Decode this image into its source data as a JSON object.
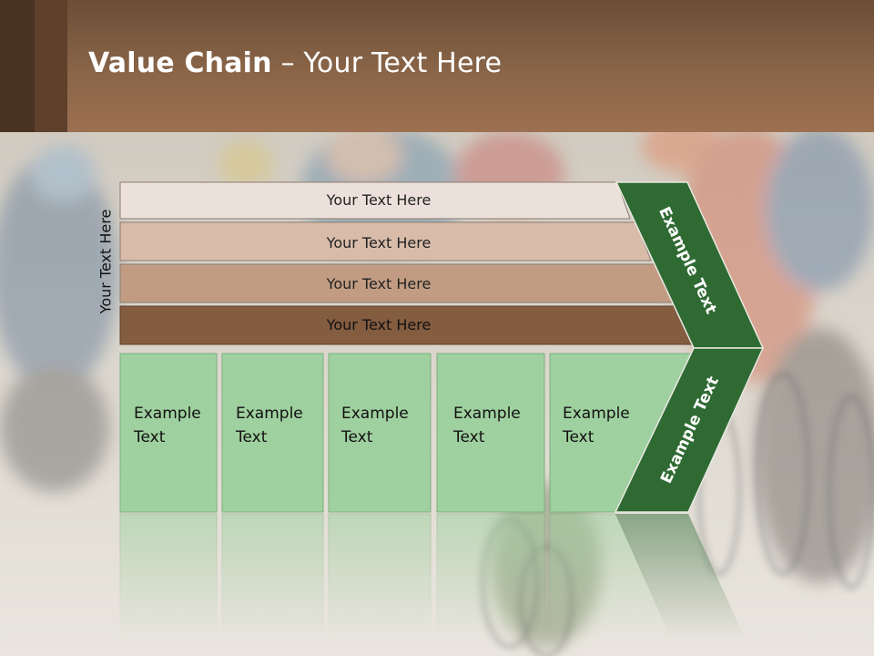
{
  "slide": {
    "title_bold": "Value Chain",
    "title_rest": " – Your Text Here",
    "vertical_label": "Your Text Here"
  },
  "rows": [
    {
      "label": "Your Text Here",
      "color": "#ece1da"
    },
    {
      "label": "Your Text Here",
      "color": "#d8bca9"
    },
    {
      "label": "Your Text Here",
      "color": "#c29c82"
    },
    {
      "label": "Your Text Here",
      "color": "#845c40"
    }
  ],
  "boxes": [
    {
      "line1": "Example",
      "line2": "Text"
    },
    {
      "line1": "Example",
      "line2": "Text"
    },
    {
      "line1": "Example",
      "line2": "Text"
    },
    {
      "line1": "Example",
      "line2": "Text"
    },
    {
      "line1": "Example",
      "line2": "Text"
    }
  ],
  "chevron": {
    "upper_label": "Example Text",
    "lower_label": "Example Text",
    "color": "#2f6a33"
  },
  "colors": {
    "box_fill": "#9fd09f",
    "box_stroke": "#7fae7f",
    "header": "#8a6548"
  }
}
